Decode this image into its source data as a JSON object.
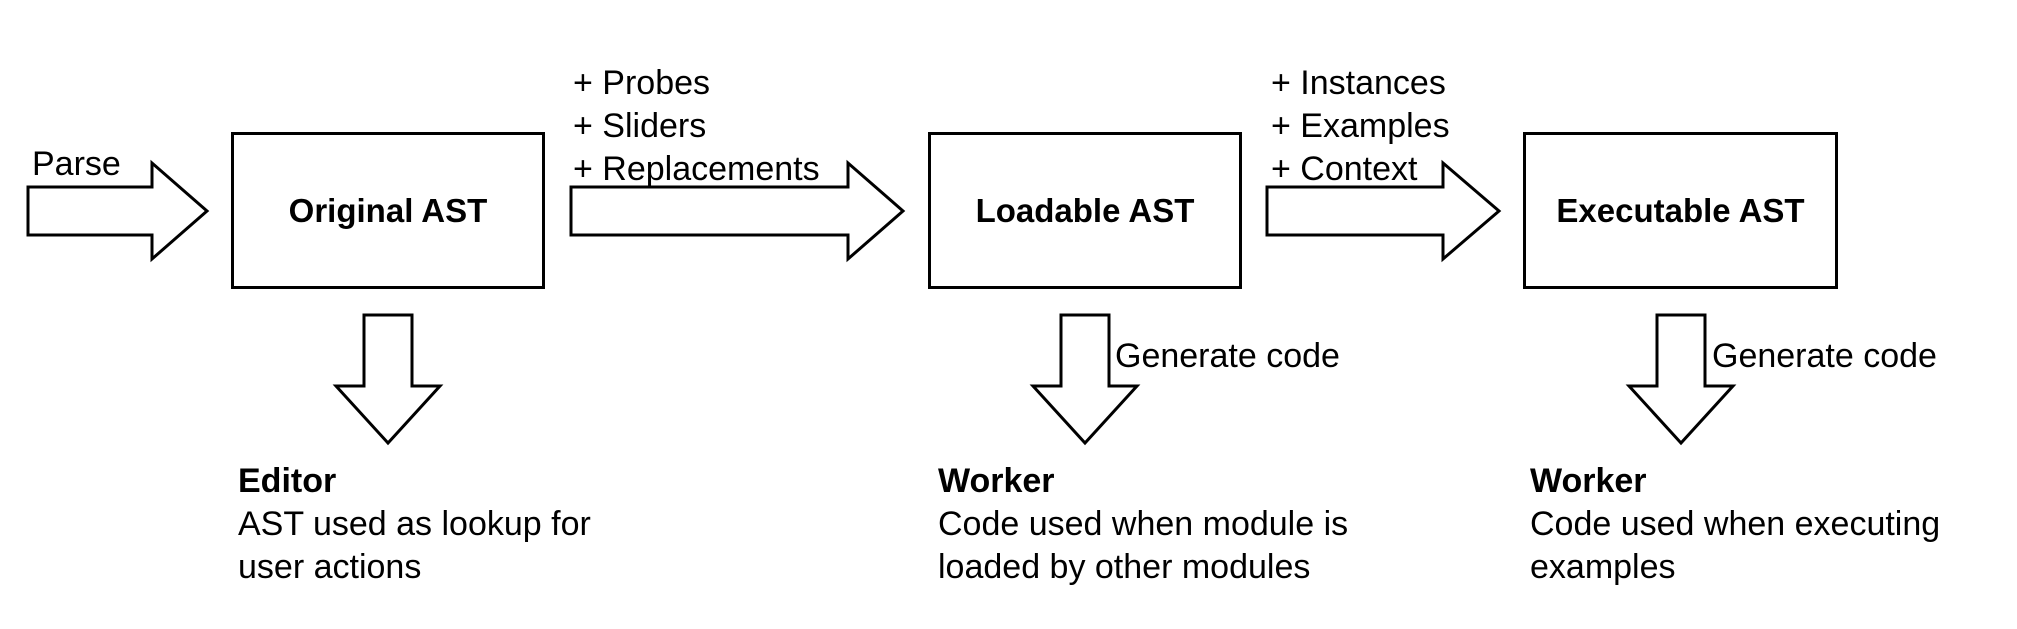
{
  "diagram": {
    "colors": {
      "background": "#ffffff",
      "line": "#000000",
      "text": "#000000"
    },
    "parse_arrow_label": "Parse",
    "boxes": [
      {
        "label": "Original AST"
      },
      {
        "label": "Loadable AST"
      },
      {
        "label": "Executable AST"
      }
    ],
    "transform_annotations": [
      {
        "lines": [
          "+ Probes",
          "+ Sliders",
          "+ Replacements"
        ]
      },
      {
        "lines": [
          "+ Instances",
          "+ Examples",
          "+ Context"
        ]
      }
    ],
    "generate_code_labels": [
      "Generate code",
      "Generate code"
    ],
    "descriptions": [
      {
        "title": "Editor",
        "lines": [
          "AST used as lookup for",
          "user actions"
        ]
      },
      {
        "title": "Worker",
        "lines": [
          "Code used when module is",
          "loaded by other modules"
        ]
      },
      {
        "title": "Worker",
        "lines": [
          "Code used when executing",
          "examples"
        ]
      }
    ]
  }
}
